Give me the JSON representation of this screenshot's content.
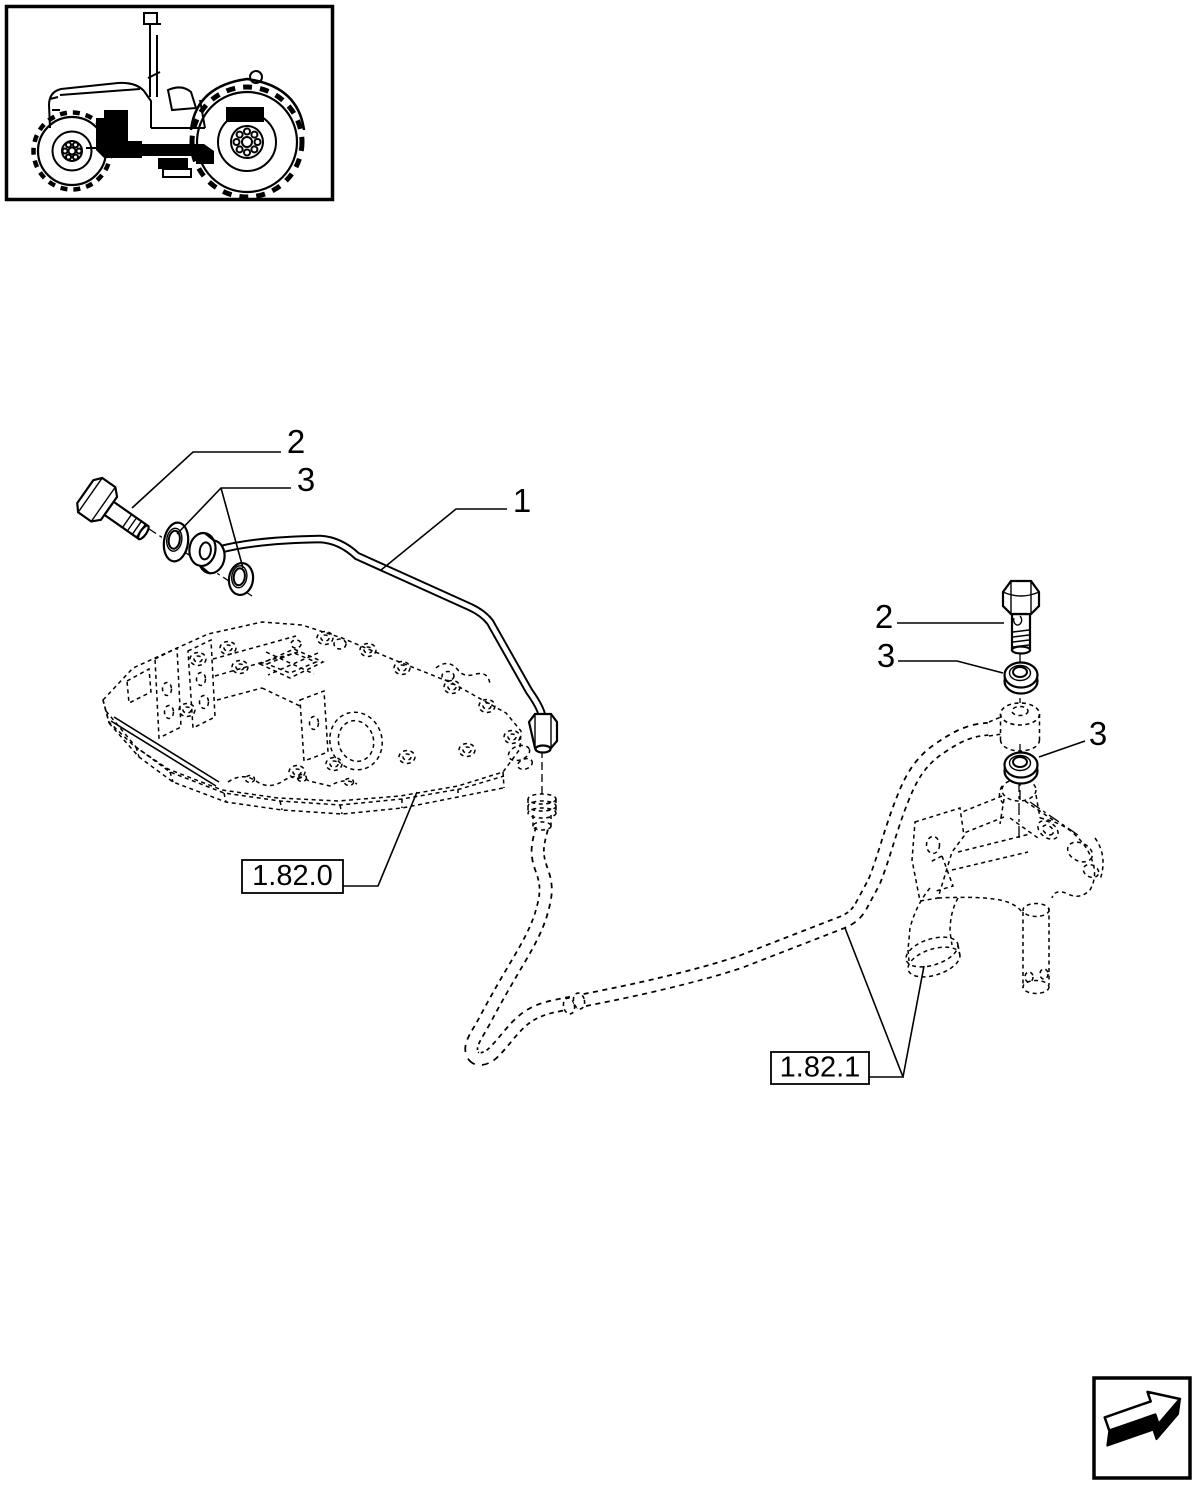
{
  "drawing": {
    "colors": {
      "line": "#000000",
      "background": "#ffffff"
    },
    "thumbnail": {
      "icon": "tractor-icon"
    },
    "callouts": {
      "pipe": "1",
      "bolt_left": "2",
      "washers_left": "3",
      "bolt_right": "2",
      "washer_right_upper": "3",
      "washer_right_lower": "3"
    },
    "reference_boxes": {
      "left": "1.82.0",
      "right": "1.82.1"
    },
    "footer": {
      "icon": "continuation-arrow-icon"
    }
  }
}
